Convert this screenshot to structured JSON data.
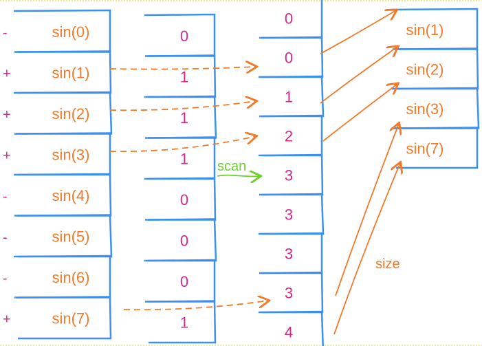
{
  "signs": [
    "-",
    "+",
    "+",
    "+",
    "-",
    "-",
    "-",
    "+"
  ],
  "input": [
    "sin(0)",
    "sin(1)",
    "sin(2)",
    "sin(3)",
    "sin(4)",
    "sin(5)",
    "sin(6)",
    "sin(7)"
  ],
  "flags": [
    "0",
    "1",
    "1",
    "1",
    "0",
    "0",
    "0",
    "1"
  ],
  "scan_result": [
    "0",
    "0",
    "1",
    "2",
    "3",
    "3",
    "3",
    "3",
    "4"
  ],
  "output": [
    "sin(1)",
    "sin(2)",
    "sin(3)",
    "sin(7)"
  ],
  "labels": {
    "scan": "scan",
    "size": "size"
  },
  "colors": {
    "box": "#3d8ff0",
    "text": "#f07a2a",
    "number": "#d4288c",
    "scan": "#6bcf2e"
  }
}
